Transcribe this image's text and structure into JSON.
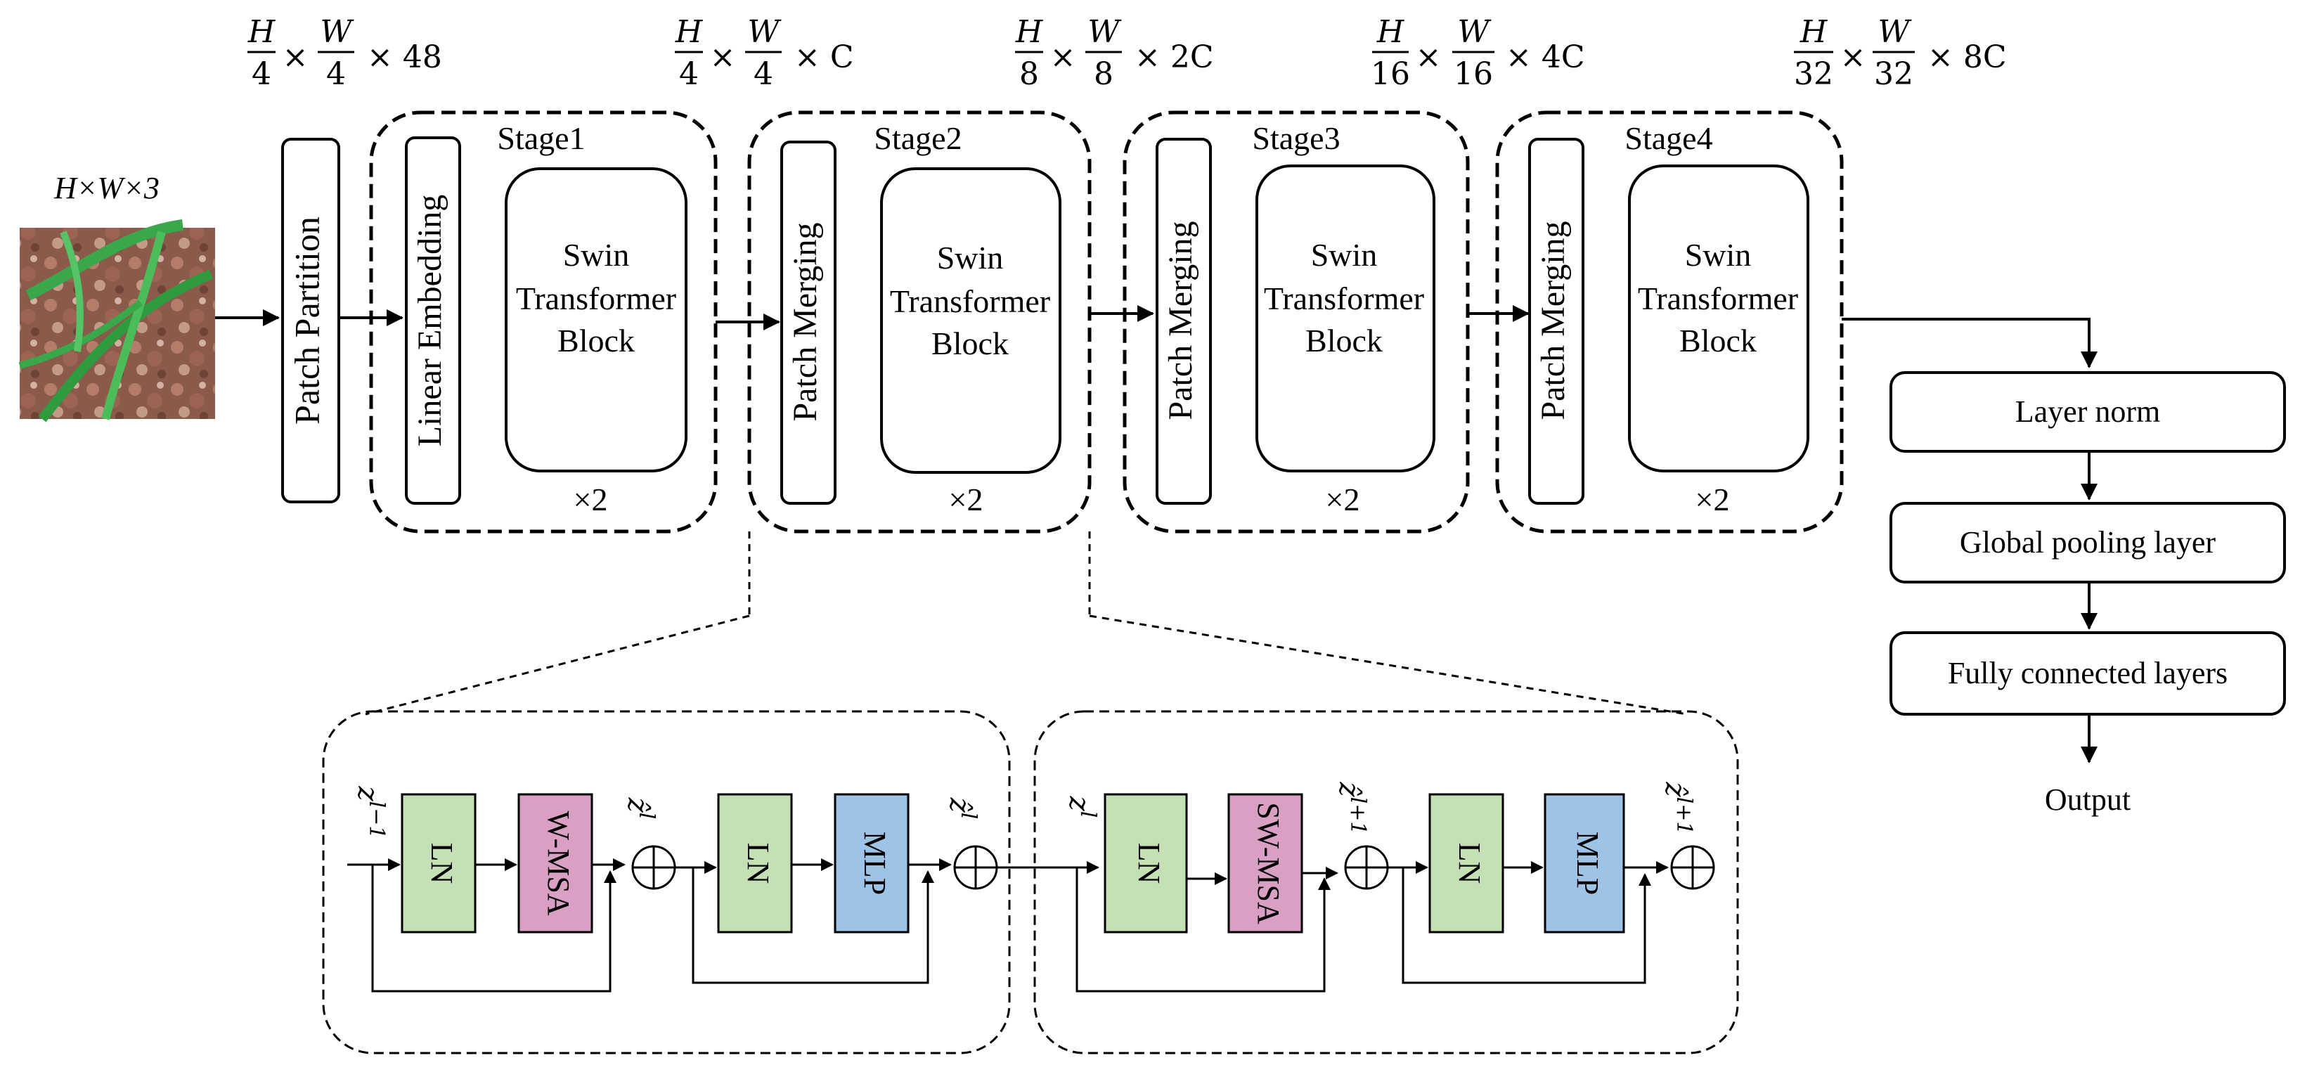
{
  "input": {
    "dims_label": "H×W×3"
  },
  "dimension_labels": [
    {
      "num_h": "H",
      "den_h": "4",
      "num_w": "W",
      "den_w": "4",
      "tail": "× 48"
    },
    {
      "num_h": "H",
      "den_h": "4",
      "num_w": "W",
      "den_w": "4",
      "tail": "× C"
    },
    {
      "num_h": "H",
      "den_h": "8",
      "num_w": "W",
      "den_w": "8",
      "tail": "× 2C"
    },
    {
      "num_h": "H",
      "den_h": "16",
      "num_w": "W",
      "den_w": "16",
      "tail": "× 4C"
    },
    {
      "num_h": "H",
      "den_h": "32",
      "num_w": "W",
      "den_w": "32",
      "tail": "× 8C"
    }
  ],
  "times_symbol": "×",
  "patch_partition": "Patch Partition",
  "stages": [
    {
      "title": "Stage1",
      "first_block": "Linear Embedding",
      "swin_lines": [
        "Swin",
        "Transformer",
        "Block"
      ],
      "repeat": "×2"
    },
    {
      "title": "Stage2",
      "first_block": "Patch Merging",
      "swin_lines": [
        "Swin",
        "Transformer",
        "Block"
      ],
      "repeat": "×2"
    },
    {
      "title": "Stage3",
      "first_block": "Patch Merging",
      "swin_lines": [
        "Swin",
        "Transformer",
        "Block"
      ],
      "repeat": "×2"
    },
    {
      "title": "Stage4",
      "first_block": "Patch Merging",
      "swin_lines": [
        "Swin",
        "Transformer",
        "Block"
      ],
      "repeat": "×2"
    }
  ],
  "head": {
    "layer_norm": "Layer norm",
    "global_pooling": "Global pooling layer",
    "fully_connected": "Fully connected layers",
    "output": "Output"
  },
  "detail": {
    "block1": {
      "input": "z",
      "input_sup": "l−1",
      "ln1": "LN",
      "attn": "W-MSA",
      "mid": "ẑ",
      "mid_sup": "l",
      "ln2": "LN",
      "mlp": "MLP",
      "out": "ẑ",
      "out_sup": "l"
    },
    "block2": {
      "input": "z",
      "input_sup": "l",
      "ln1": "LN",
      "attn": "SW-MSA",
      "mid": "ẑ",
      "mid_sup": "l+1",
      "ln2": "LN",
      "mlp": "MLP",
      "out": "ẑ",
      "out_sup": "l+1"
    }
  },
  "colors": {
    "ln": "#c5e0b4",
    "msa": "#d9a0c4",
    "mlp": "#9dc3e6"
  }
}
